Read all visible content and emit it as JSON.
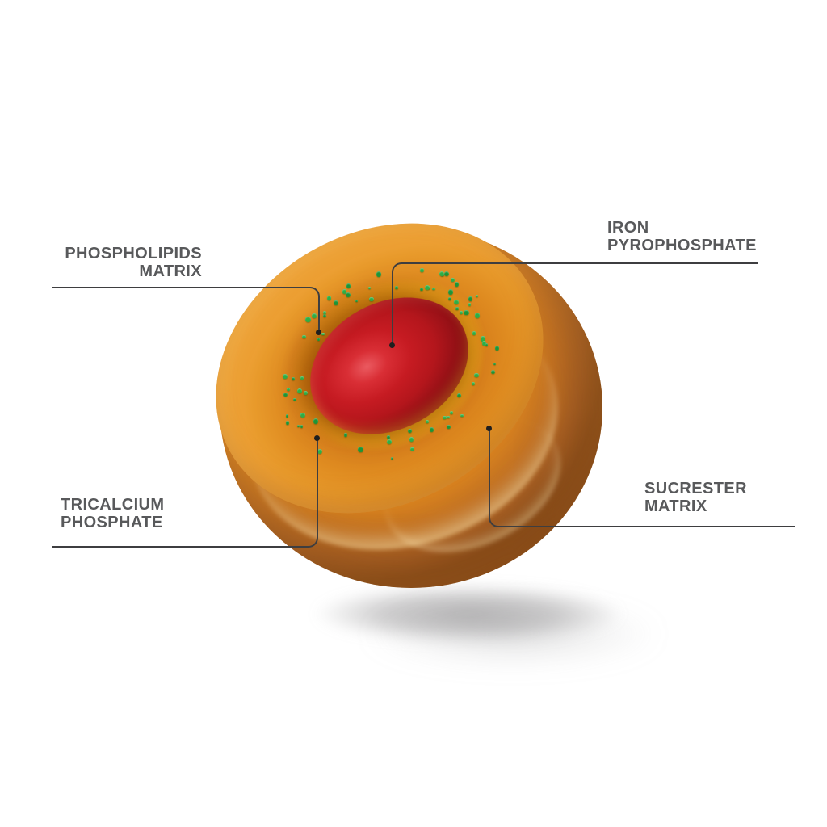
{
  "callouts": {
    "phospholipids": {
      "line1": "PHOSPHOLIPIDS",
      "line2": "MATRIX"
    },
    "iron": {
      "line1": "IRON",
      "line2": "PYROPHOSPHATE"
    },
    "tricalcium": {
      "line1": "TRICALCIUM",
      "line2": "PHOSPHATE"
    },
    "sucrester": {
      "line1": "SUCRESTER",
      "line2": "MATRIX"
    }
  },
  "colors": {
    "background": "#FFFFFF",
    "label_text": "#58595B",
    "leader_line": "#3E3E40",
    "marker_dot": "#1F1F1F",
    "shell_orange": "#E8962C",
    "shell_dark": "#A96226",
    "cut_face_orange": "#DD861D",
    "ring_yellow": "#F8DC14",
    "speck_green": "#1E9536",
    "speck_green_light": "#2FAE45",
    "core_red": "#C0161D",
    "core_red_dark": "#7A0C11",
    "shadow_gray": "#6C6A6C"
  },
  "specks": {
    "count": 78,
    "seed": 13
  }
}
